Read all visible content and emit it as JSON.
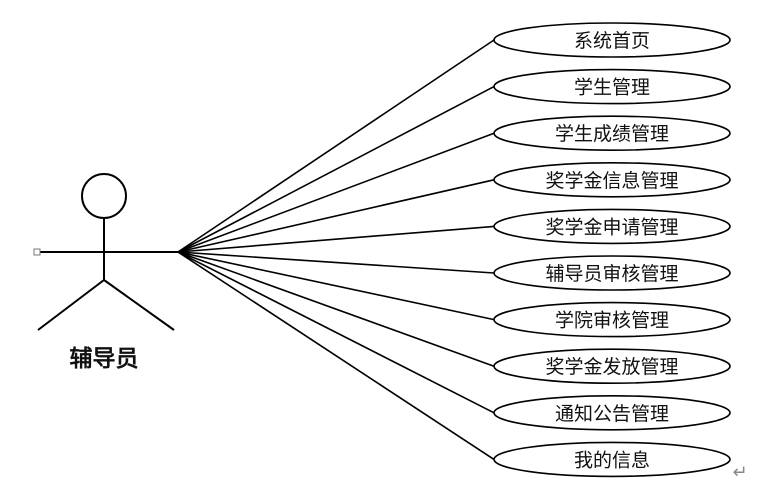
{
  "actor": {
    "name": "辅导员",
    "icon": "stick-figure-actor-icon"
  },
  "use_cases": [
    {
      "label": "系统首页"
    },
    {
      "label": "学生管理"
    },
    {
      "label": "学生成绩管理"
    },
    {
      "label": "奖学金信息管理"
    },
    {
      "label": "奖学金申请管理"
    },
    {
      "label": "辅导员审核管理"
    },
    {
      "label": "学院审核管理"
    },
    {
      "label": "奖学金发放管理"
    },
    {
      "label": "通知公告管理"
    },
    {
      "label": "我的信息"
    }
  ],
  "paragraph_mark": "↵",
  "colors": {
    "line": "#000000",
    "fill": "#ffffff"
  }
}
